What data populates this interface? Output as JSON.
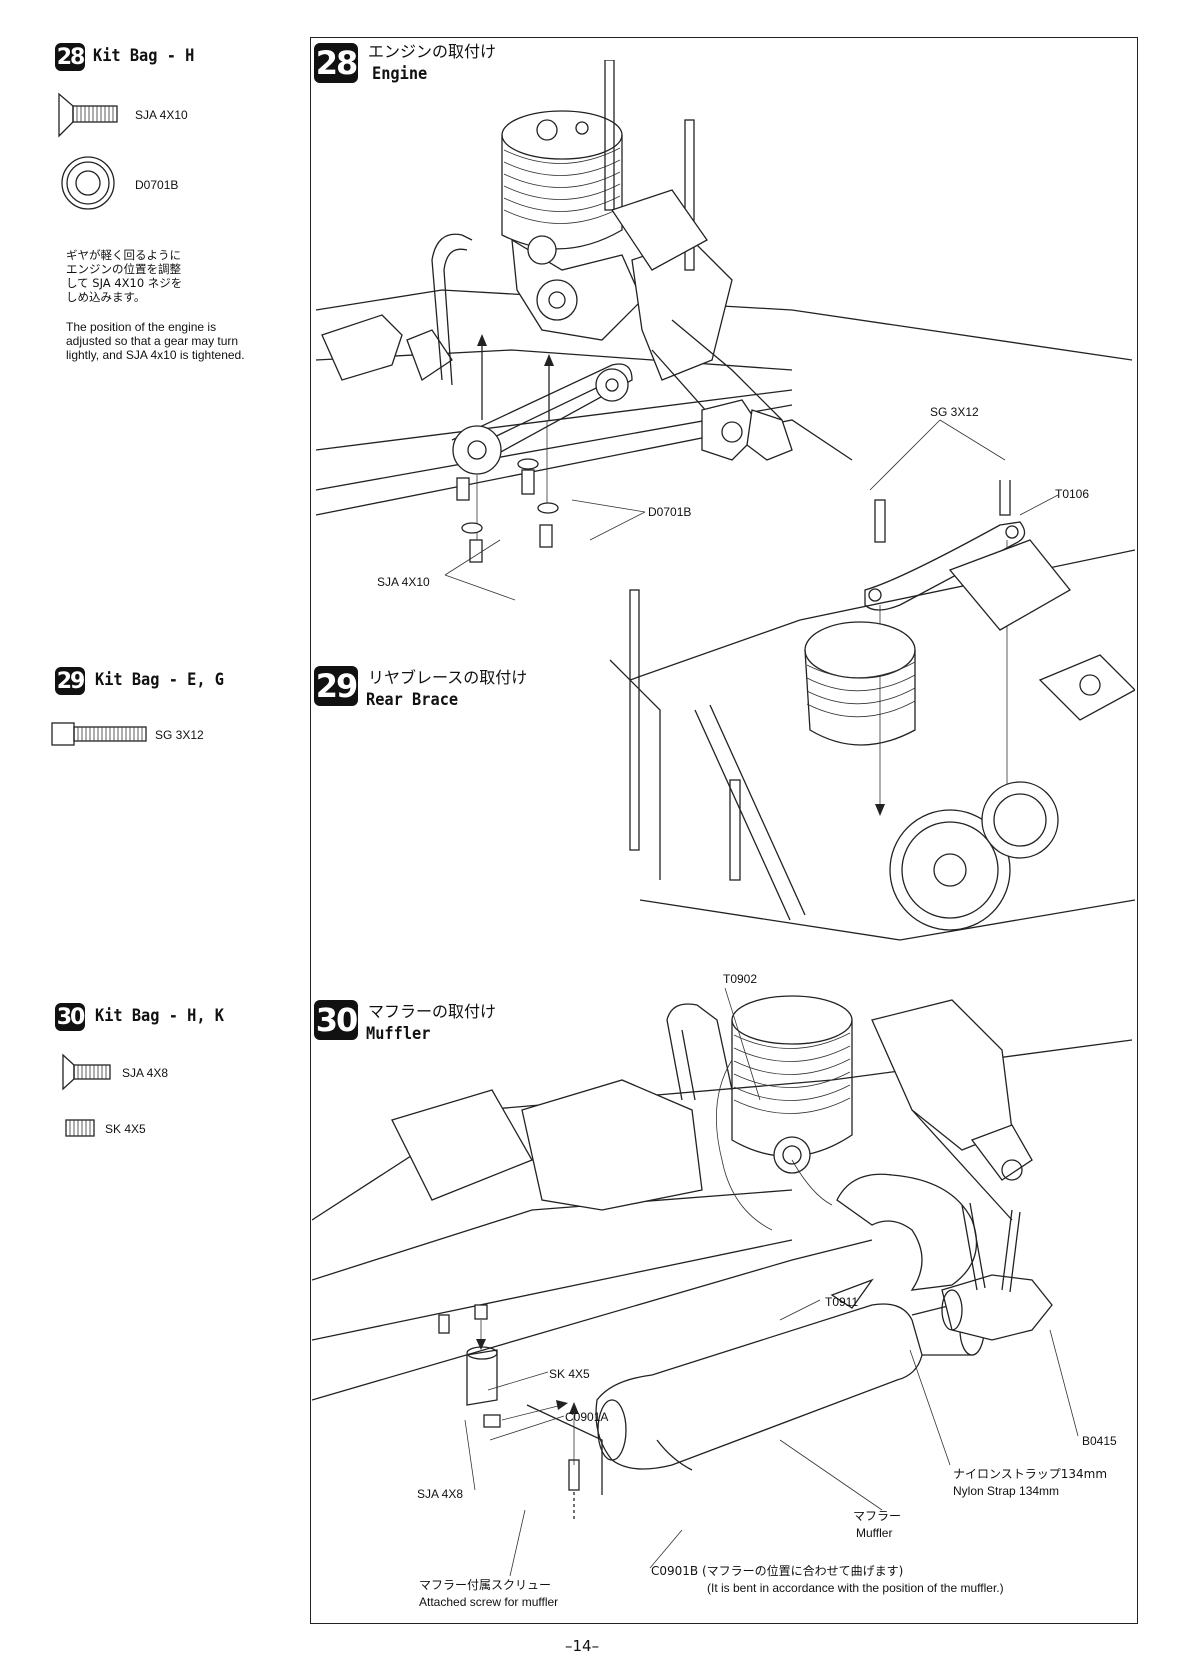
{
  "left_column": {
    "step28": {
      "number": "28",
      "kit_title": "Kit Bag - H",
      "parts": [
        {
          "label": "SJA 4X10",
          "icon": "flat-head-screw-icon"
        },
        {
          "label": "D0701B",
          "icon": "washer-icon"
        }
      ],
      "note_jp": [
        "ギヤが軽く回るように",
        "エンジンの位置を調整",
        "して SJA 4X10 ネジを",
        "しめ込みます。"
      ],
      "note_en": "The position of the engine is adjusted so that a gear may turn lightly, and SJA 4x10 is tightened."
    },
    "step29": {
      "number": "29",
      "kit_title": "Kit Bag - E, G",
      "parts": [
        {
          "label": "SG 3X12",
          "icon": "cap-screw-icon"
        }
      ]
    },
    "step30": {
      "number": "30",
      "kit_title": "Kit Bag - H, K",
      "parts": [
        {
          "label": "SJA 4X8",
          "icon": "flat-head-screw-icon"
        },
        {
          "label": "SK 4X5",
          "icon": "set-screw-icon"
        }
      ]
    }
  },
  "main": {
    "step28": {
      "number": "28",
      "title_jp": "エンジンの取付け",
      "title_en": "Engine",
      "callouts": {
        "sg": "SG 3X12",
        "t0106": "T0106",
        "d0701b": "D0701B",
        "sja": "SJA 4X10"
      }
    },
    "step29": {
      "number": "29",
      "title_jp": "リヤブレースの取付け",
      "title_en": "Rear Brace"
    },
    "step30": {
      "number": "30",
      "title_jp": "マフラーの取付け",
      "title_en": "Muffler",
      "callouts": {
        "t0902": "T0902",
        "t0911": "T0911",
        "sk": "SK 4X5",
        "c0901a": "C0901A",
        "b0415": "B0415",
        "nylon_jp": "ナイロンストラップ134mm",
        "nylon_en": "Nylon Strap 134mm",
        "sja": "SJA 4X8",
        "muffler_jp": "マフラー",
        "muffler_en": "Muffler",
        "c0901b_jp": "C0901B (マフラーの位置に合わせて曲げます)",
        "c0901b_en": "(It is bent in accordance with the position of the muffler.)",
        "screw_jp": "マフラー付属スクリュー",
        "screw_en": "Attached screw for muffler"
      }
    }
  },
  "footer": {
    "page_number": "–14–"
  }
}
